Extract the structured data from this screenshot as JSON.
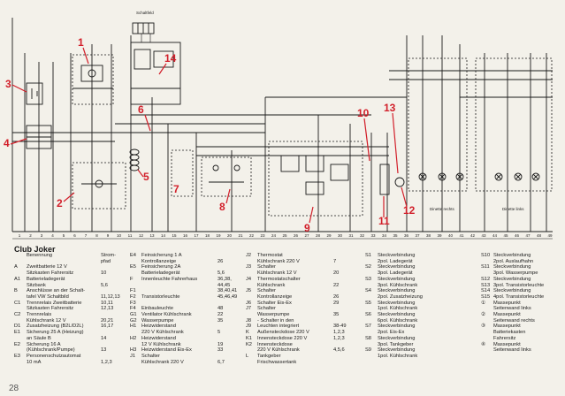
{
  "title": "Club Joker",
  "page_number": "28",
  "diagram": {
    "callouts": [
      "1",
      "2",
      "3",
      "4",
      "5",
      "6",
      "7",
      "8",
      "9",
      "10",
      "11",
      "12",
      "13",
      "14"
    ],
    "colors": {
      "callout": "#d21f2a",
      "line": "#1a1a1a",
      "paper": "#f3f1ea"
    },
    "top_label": "Schaltfeld",
    "right_caption_1": "Dinette rechts",
    "right_caption_2": "Dinette links",
    "bottom_numbers": [
      "1",
      "2",
      "3",
      "4",
      "5",
      "6",
      "7",
      "8",
      "9",
      "10",
      "11",
      "12",
      "13",
      "14",
      "15",
      "16",
      "17",
      "18",
      "19",
      "20",
      "21",
      "22",
      "23",
      "24",
      "25",
      "26",
      "27",
      "28",
      "29",
      "30",
      "31",
      "32",
      "33",
      "34",
      "35",
      "36",
      "37",
      "38",
      "39",
      "40",
      "41",
      "42",
      "43",
      "44",
      "45",
      "46",
      "47",
      "48",
      "49"
    ]
  },
  "legend": {
    "col1": [
      {
        "code": "",
        "desc": "Benennung",
        "path": "Strom-"
      },
      {
        "code": "",
        "desc": "",
        "path": "pfad"
      },
      {
        "code": "A",
        "desc": "Zweitbatterie 12 V",
        "path": ""
      },
      {
        "code": "",
        "desc": "Sitzkasten Fahrersitz",
        "path": "10"
      },
      {
        "code": "A1",
        "desc": "Batterieladegerät",
        "path": ""
      },
      {
        "code": "",
        "desc": "Sitzbank",
        "path": "5,6"
      },
      {
        "code": "B",
        "desc": "Anschlüsse an der Schalt-",
        "path": ""
      },
      {
        "code": "",
        "desc": "tafel   VW Schaltbild",
        "path": "11,12,13"
      },
      {
        "code": "C1",
        "desc": "Trennrelais Zweitbatterie",
        "path": "10,11"
      },
      {
        "code": "",
        "desc": "Sitzkasten Fahrersitz",
        "path": "12,13"
      },
      {
        "code": "C2",
        "desc": "Trennrelais",
        "path": ""
      },
      {
        "code": "",
        "desc": "Kühlschrank 12 V",
        "path": "20,21"
      },
      {
        "code": "D1",
        "desc": "Zusatzheizung (B2L/D2L)",
        "path": "16,17"
      },
      {
        "code": "E1",
        "desc": "Sicherung 25 A (Heizung)",
        "path": ""
      },
      {
        "code": "",
        "desc": "an Säule B",
        "path": "14"
      },
      {
        "code": "E2",
        "desc": "Sicherung 16 A",
        "path": ""
      },
      {
        "code": "",
        "desc": "(Kühlschrank/Pumpe)",
        "path": "13"
      },
      {
        "code": "E3",
        "desc": "Personenschutzautomat",
        "path": ""
      },
      {
        "code": "",
        "desc": "10 mA",
        "path": "1,2,3"
      }
    ],
    "col2": [
      {
        "code": "E4",
        "desc": "Feinsicherung 1 A",
        "path": ""
      },
      {
        "code": "",
        "desc": "Kontrollanzeige",
        "path": "26"
      },
      {
        "code": "E5",
        "desc": "Feinsicherung 2A",
        "path": ""
      },
      {
        "code": "",
        "desc": "Batterieladegerät",
        "path": "5,6"
      },
      {
        "code": "F",
        "desc": "Innenleuchte Fahrerhaus",
        "path": "36,38,"
      },
      {
        "code": "",
        "desc": "",
        "path": "44,45"
      },
      {
        "code": "F1",
        "desc": "",
        "path": "38,40,41"
      },
      {
        "code": "F2",
        "desc": "Transistorleuchte",
        "path": "45,46,49"
      },
      {
        "code": "F3",
        "desc": "",
        "path": ""
      },
      {
        "code": "F4",
        "desc": "Einbauleuchte",
        "path": "48"
      },
      {
        "code": "",
        "desc": "",
        "path": ""
      },
      {
        "code": "G1",
        "desc": "Ventilator Kühlschrank",
        "path": "22"
      },
      {
        "code": "G2",
        "desc": "Wasserpumpe",
        "path": "35"
      },
      {
        "code": "H1",
        "desc": "Heizwiderstand",
        "path": ""
      },
      {
        "code": "",
        "desc": "220 V Kühlschrank",
        "path": "5"
      },
      {
        "code": "H2",
        "desc": "Heizwiderstand",
        "path": ""
      },
      {
        "code": "",
        "desc": "12 V Kühlschrank",
        "path": "19"
      },
      {
        "code": "H3",
        "desc": "Heizwiderstand Eis-Ex",
        "path": "33"
      },
      {
        "code": "J1",
        "desc": "Schalter",
        "path": ""
      },
      {
        "code": "",
        "desc": "Kühlschrank 220 V",
        "path": "6,7"
      }
    ],
    "col3": [
      {
        "code": "J2",
        "desc": "Thermostat",
        "path": ""
      },
      {
        "code": "",
        "desc": "Kühlschrank 220 V",
        "path": "7"
      },
      {
        "code": "J3",
        "desc": "Schalter",
        "path": ""
      },
      {
        "code": "",
        "desc": "Kühlschrank 12 V",
        "path": "20"
      },
      {
        "code": "J4",
        "desc": "Thermostatschalter",
        "path": ""
      },
      {
        "code": "",
        "desc": "Kühlschrank",
        "path": "22"
      },
      {
        "code": "J5",
        "desc": "Schalter",
        "path": ""
      },
      {
        "code": "",
        "desc": "Kontrollanzeige",
        "path": "26"
      },
      {
        "code": "J6",
        "desc": "Schalter Eis-Ex",
        "path": "29"
      },
      {
        "code": "J7",
        "desc": "Schalter",
        "path": ""
      },
      {
        "code": "",
        "desc": "Wasserpumpe",
        "path": "35"
      },
      {
        "code": "J8",
        "desc": "- Schalter in den",
        "path": ""
      },
      {
        "code": "J9",
        "desc": "Leuchten integriert",
        "path": "38-49"
      },
      {
        "code": "K",
        "desc": "Außensteckdose 220 V",
        "path": "1,2,3"
      },
      {
        "code": "K1",
        "desc": "Innensteckdose 220 V",
        "path": "1,2,3"
      },
      {
        "code": "K2",
        "desc": "Innensteckdose",
        "path": ""
      },
      {
        "code": "",
        "desc": "220 V Kühlschrank",
        "path": "4,5,6"
      },
      {
        "code": "L",
        "desc": "Tankgeber",
        "path": ""
      },
      {
        "code": "",
        "desc": "Frischwassertank",
        "path": ""
      }
    ],
    "col4": [
      {
        "code": "S1",
        "desc": "Steckverbindung",
        "path": ""
      },
      {
        "code": "",
        "desc": "2pol. Ladegerät",
        "path": ""
      },
      {
        "code": "S2",
        "desc": "Steckverbindung",
        "path": ""
      },
      {
        "code": "",
        "desc": "3pol. Ladegerät",
        "path": ""
      },
      {
        "code": "S3",
        "desc": "Steckverbindung",
        "path": ""
      },
      {
        "code": "",
        "desc": "3pol. Kühlschrank",
        "path": ""
      },
      {
        "code": "S4",
        "desc": "Steckverbindung",
        "path": ""
      },
      {
        "code": "",
        "desc": "2pol. Zusatzheizung",
        "path": ""
      },
      {
        "code": "S5",
        "desc": "Steckverbindung",
        "path": ""
      },
      {
        "code": "",
        "desc": "1pol. Kühlschrank",
        "path": ""
      },
      {
        "code": "S6",
        "desc": "Steckverbindung",
        "path": ""
      },
      {
        "code": "",
        "desc": "6pol. Kühlschrank",
        "path": ""
      },
      {
        "code": "S7",
        "desc": "Steckverbindung",
        "path": ""
      },
      {
        "code": "",
        "desc": "2pol. Eis-Ex",
        "path": ""
      },
      {
        "code": "S8",
        "desc": "Steckverbindung",
        "path": ""
      },
      {
        "code": "",
        "desc": "3pol. Tankgeber",
        "path": ""
      },
      {
        "code": "S9",
        "desc": "Steckverbindung",
        "path": ""
      },
      {
        "code": "",
        "desc": "1pol. Kühlschrank",
        "path": ""
      }
    ],
    "col5": [
      {
        "code": "S10",
        "desc": "Steckverbindung",
        "path": ""
      },
      {
        "code": "",
        "desc": "2pol. Auslaufhahn",
        "path": ""
      },
      {
        "code": "S11",
        "desc": "Steckverbindung",
        "path": ""
      },
      {
        "code": "",
        "desc": "3pol. Wasserpumpe",
        "path": ""
      },
      {
        "code": "S12",
        "desc": "Steckverbindung",
        "path": ""
      },
      {
        "code": "S13",
        "desc": "3pol. Transistorleuchte",
        "path": ""
      },
      {
        "code": "S14",
        "desc": "Steckverbindung",
        "path": ""
      },
      {
        "code": "S15",
        "desc": "4pol. Transistorleuchte",
        "path": ""
      },
      {
        "code": "",
        "desc": "",
        "path": ""
      },
      {
        "code": "①",
        "desc": "Massepunkt",
        "path": ""
      },
      {
        "code": "",
        "desc": "Seitenwand links",
        "path": ""
      },
      {
        "code": "②",
        "desc": "Massepunkt",
        "path": ""
      },
      {
        "code": "",
        "desc": "Seitenwand rechts",
        "path": ""
      },
      {
        "code": "③",
        "desc": "Massepunkt",
        "path": ""
      },
      {
        "code": "",
        "desc": "Batteriekasten",
        "path": ""
      },
      {
        "code": "",
        "desc": "Fahrersitz",
        "path": ""
      },
      {
        "code": "④",
        "desc": "Massepunkt",
        "path": ""
      },
      {
        "code": "",
        "desc": "Seitenwand links",
        "path": ""
      }
    ]
  }
}
